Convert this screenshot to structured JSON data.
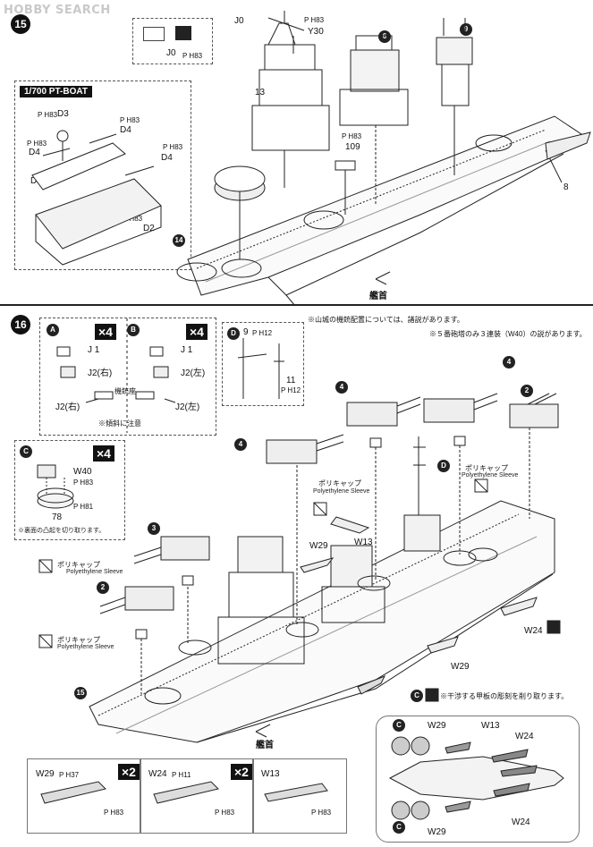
{
  "watermark": "HOBBY SEARCH",
  "section15": {
    "step": "15",
    "callouts": {
      "j0_top": "J0",
      "ph83_top": "P H83",
      "y30": "Y30",
      "j0_box": "J0",
      "ph83_box": "P H83",
      "part13": "13",
      "part6": "6",
      "part9": "9",
      "ph83_109": "P H83",
      "part109": "109",
      "part8": "8",
      "part14": "14",
      "bow": "艦首"
    },
    "pt_boat": {
      "title": "1/700 PT-BOAT",
      "ph83_a": "P H83",
      "d3": "D3",
      "ph83_b": "P H83",
      "d4_a": "D4",
      "ph83_c": "P H83",
      "d4_b": "D4",
      "ph83_d": "P H83",
      "d4_c": "D4",
      "d1": "D1",
      "ph83_e": "P H83",
      "d2": "D2"
    }
  },
  "section16": {
    "step": "16",
    "top_note": "※山城の機銃配置については、諸説があります。",
    "w40_note": "※５番砲塔のみ３連装（W40）の説があります。",
    "box_a": {
      "letter": "A",
      "multiplier": "×4",
      "j1": "J 1",
      "j2r": "J2(右)",
      "j2r2": "J2(右)",
      "mount": "機銃座"
    },
    "box_b": {
      "letter": "B",
      "multiplier": "×4",
      "j1": "J 1",
      "j2l": "J2(左)",
      "j2l2": "J2(左)",
      "tilt_note": "※傾斜に注意"
    },
    "box_d": {
      "letter": "D",
      "part9": "9",
      "ph12_a": "P H12",
      "part11": "11",
      "ph12_b": "P H12"
    },
    "box_c": {
      "letter": "C",
      "multiplier": "×4",
      "w40": "W40",
      "ph83": "P H83",
      "ph81": "P H81",
      "part78": "78",
      "note": "※裏面の凸起を切り取ります。"
    },
    "labels": {
      "part4a": "4",
      "part4b": "4",
      "part4c": "4",
      "part2a": "2",
      "part3": "3",
      "part2b": "2",
      "poly_jp_a": "ポリキャップ",
      "poly_en_a": "Polyethylene Sleeve",
      "poly_jp_b": "ポリキャップ",
      "poly_en_b": "Polyethylene Sleeve",
      "poly_jp_c": "ポリキャップ",
      "poly_en_c": "Polyethylene Sleeve",
      "poly_jp_d": "ポリキャップ",
      "poly_en_d": "Polyethylene Sleeve",
      "w13": "W13",
      "w29a": "W29",
      "w29b": "W29",
      "w24": "W24",
      "d_callout": "D",
      "c_callout": "C",
      "cut_note": "※干渉する甲板の彫刻を削り取ります。",
      "part15": "15",
      "bow": "艦首"
    },
    "bottom_boxes": [
      {
        "part": "W29",
        "ph": "P H37",
        "mult": "×2",
        "ph2": "P H83"
      },
      {
        "part": "W24",
        "ph": "P H11",
        "mult": "×2",
        "ph2": "P H83"
      },
      {
        "part": "W13",
        "ph": "",
        "mult": "",
        "ph2": "P H83"
      }
    ],
    "boat_layout": {
      "w29a": "W29",
      "w13": "W13",
      "w24a": "W24",
      "w29b": "W29",
      "w24b": "W24",
      "c": "C",
      "c2": "C"
    }
  }
}
